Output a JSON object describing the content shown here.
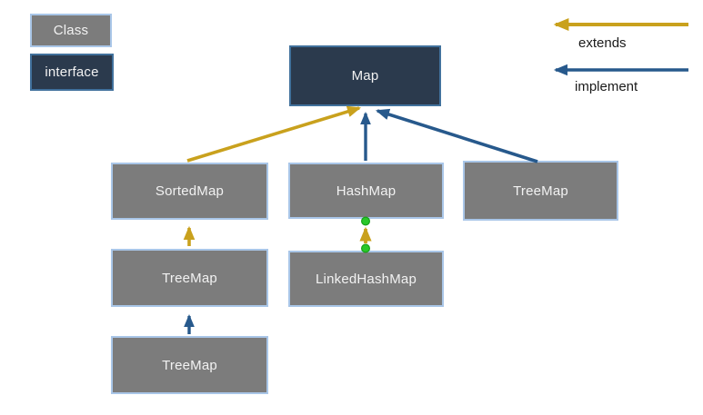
{
  "legend": {
    "class_label": "Class",
    "interface_label": "interface",
    "extends_label": "extends",
    "implement_label": "implement"
  },
  "nodes": {
    "map": {
      "label": "Map",
      "kind": "interface"
    },
    "sortedmap": {
      "label": "SortedMap",
      "kind": "class"
    },
    "hashmap": {
      "label": "HashMap",
      "kind": "class"
    },
    "treemap_right": {
      "label": "TreeMap",
      "kind": "class"
    },
    "treemap_mid": {
      "label": "TreeMap",
      "kind": "class"
    },
    "linkedhashmap": {
      "label": "LinkedHashMap",
      "kind": "class"
    },
    "treemap_bottom": {
      "label": "TreeMap",
      "kind": "class"
    }
  },
  "edges": [
    {
      "from": "SortedMap",
      "to": "Map",
      "type": "extends"
    },
    {
      "from": "HashMap",
      "to": "Map",
      "type": "implement"
    },
    {
      "from": "TreeMap",
      "to": "Map",
      "type": "implement"
    },
    {
      "from": "TreeMap",
      "to": "SortedMap",
      "type": "extends"
    },
    {
      "from": "LinkedHashMap",
      "to": "HashMap",
      "type": "extends",
      "selected_endpoints": true
    },
    {
      "from": "TreeMap",
      "to": "TreeMap",
      "type": "implement"
    }
  ],
  "colors": {
    "extends_arrow": "#c9a11d",
    "implement_arrow": "#27598c",
    "class_fill": "#7c7c7c",
    "interface_fill": "#2b3a4d",
    "box_border_light": "#a9c6e8",
    "box_border_dark": "#41719c",
    "connector_endpoint": "#29c829",
    "connector_endpoint_ring": "#18a018"
  }
}
